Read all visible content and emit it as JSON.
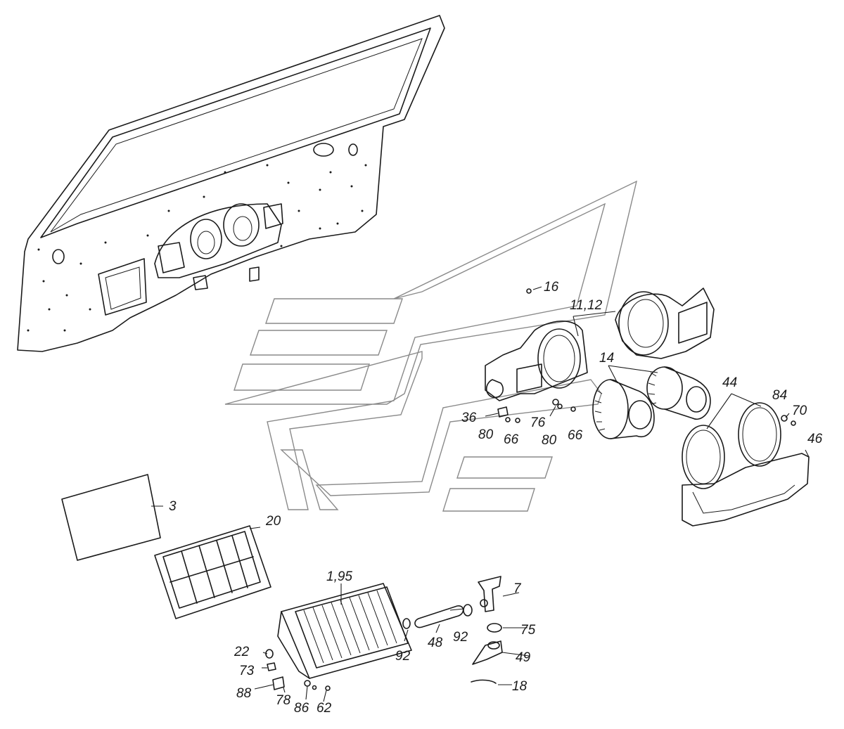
{
  "labels": {
    "l16": "16",
    "l11_12": "11,12",
    "l14": "14",
    "l44": "44",
    "l84": "84",
    "l70": "70",
    "l46": "46",
    "l36": "36",
    "l76": "76",
    "l80a": "80",
    "l66a": "66",
    "l80b": "80",
    "l66b": "66",
    "l3": "3",
    "l20": "20",
    "l1_95": "1,95",
    "l7": "7",
    "l75": "75",
    "l92a": "92",
    "l48": "48",
    "l92b": "92",
    "l49": "49",
    "l18": "18",
    "l22": "22",
    "l73": "73",
    "l88": "88",
    "l78": "78",
    "l86": "86",
    "l62": "62"
  }
}
